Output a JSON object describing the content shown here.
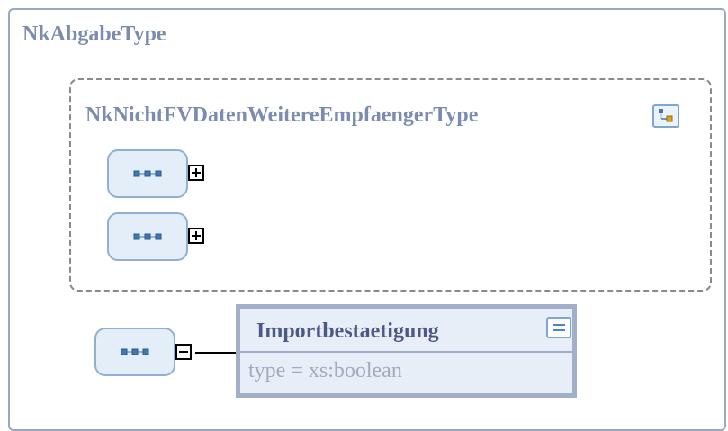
{
  "outer": {
    "title": "NkAbgabeType"
  },
  "group": {
    "title": "NkNichtFVDatenWeitereEmpfaengerType"
  },
  "sequences": [
    {
      "toggle": "expand"
    },
    {
      "toggle": "expand"
    },
    {
      "toggle": "collapse"
    }
  ],
  "element": {
    "name": "Importbestaetigung",
    "attribute": "type  =  xs:boolean"
  },
  "colors": {
    "title": "#7c8cb0",
    "element_border": "#a3afc8",
    "element_fill": "#e8eef7",
    "sequence_fill": "#e4eef8",
    "sequence_border": "#8fb0d2"
  }
}
